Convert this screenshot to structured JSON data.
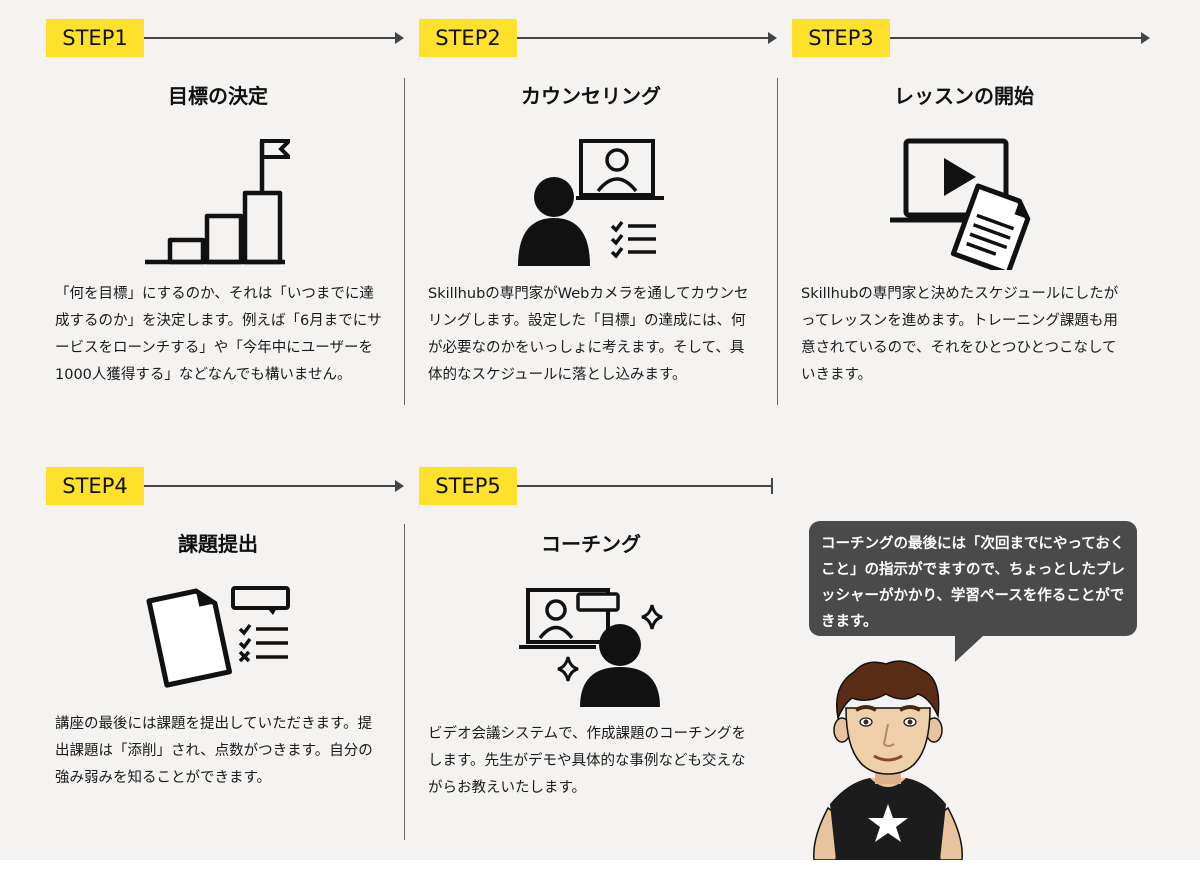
{
  "steps": [
    {
      "badge": "STEP1",
      "title": "目標の決定",
      "icon": "stairs-flag-icon",
      "desc": "「何を目標」にするのか、それは「いつまでに達成するのか」を決定します。例えば「6月までにサービスをローンチする」や「今年中にユーザーを1000人獲得する」などなんでも構いません。"
    },
    {
      "badge": "STEP2",
      "title": "カウンセリング",
      "icon": "video-counseling-icon",
      "desc": "Skillhubの専門家がWebカメラを通してカウンセリングします。設定した「目標」の達成には、何が必要なのかをいっしょに考えます。そして、具体的なスケジュールに落とし込みます。"
    },
    {
      "badge": "STEP3",
      "title": "レッスンの開始",
      "icon": "video-lesson-document-icon",
      "desc": "Skillhubの専門家と決めたスケジュールにしたがってレッスンを進めます。トレーニング課題も用意されているので、それをひとつひとつこなしていきます。"
    },
    {
      "badge": "STEP4",
      "title": "課題提出",
      "icon": "assignment-submit-icon",
      "desc": "講座の最後には課題を提出していただきます。提出課題は「添削」され、点数がつきます。自分の強み弱みを知ることができます。"
    },
    {
      "badge": "STEP5",
      "title": "コーチング",
      "icon": "video-coaching-sparkle-icon",
      "desc": "ビデオ会議システムで、作成課題のコーチングをします。先生がデモや具体的な事例なども交えながらお教えいたします。"
    }
  ],
  "bubble": {
    "text": "コーチングの最後には「次回までにやっておくこと」の指示がでますので、ちょっとしたプレッシャーがかかり、学習ペースを作ることができます。"
  },
  "colors": {
    "badge": "#fde12a",
    "panel": "#f4f3f1",
    "bubble": "#4a4a4a"
  }
}
